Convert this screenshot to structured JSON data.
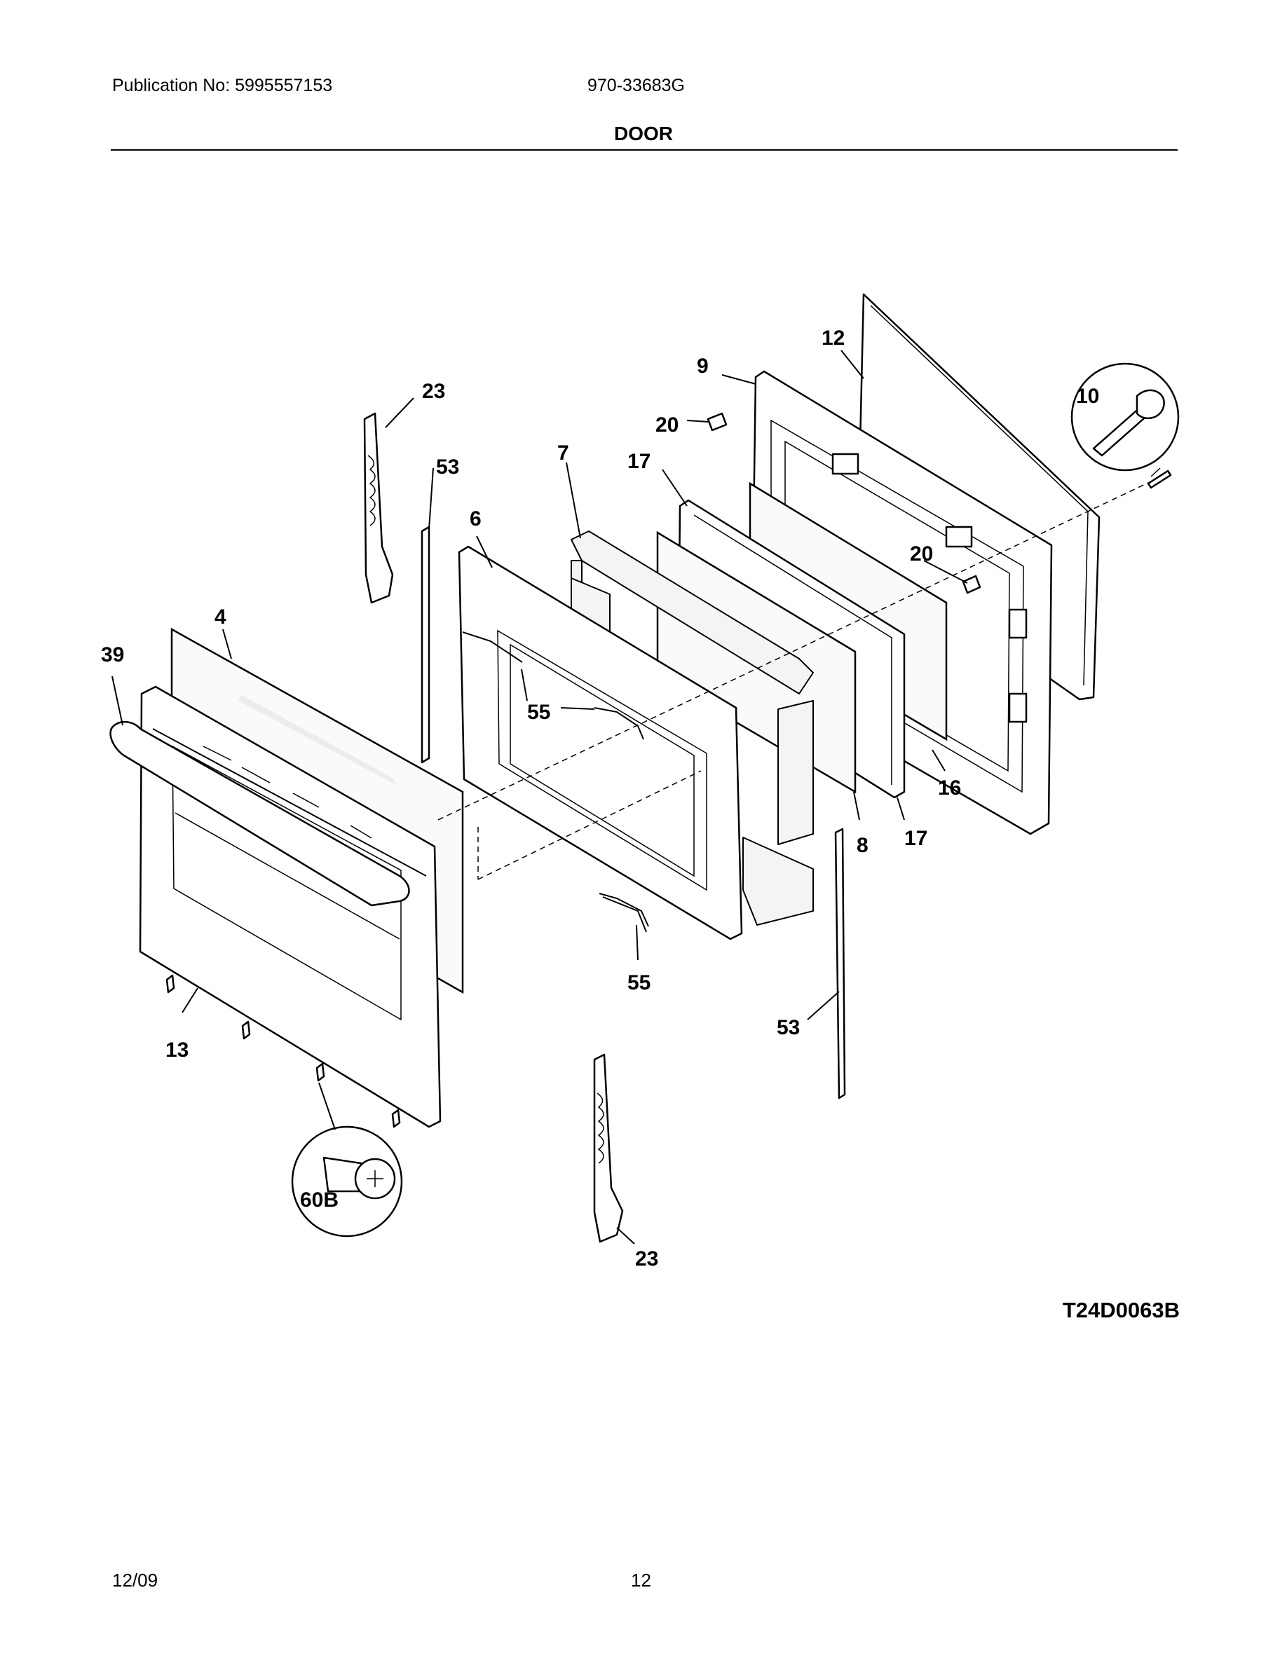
{
  "header": {
    "publication": "Publication No: 5995557153",
    "model": "970-33683G"
  },
  "section_title": "DOOR",
  "diagram": {
    "callouts": {
      "c12": "12",
      "c9": "9",
      "c10": "10",
      "c23_top": "23",
      "c20_top": "20",
      "c53_top": "53",
      "c7": "7",
      "c17_top": "17",
      "c6": "6",
      "c20_mid": "20",
      "c4": "4",
      "c39": "39",
      "c55_mid": "55",
      "c16": "16",
      "c8": "8",
      "c17_bot": "17",
      "c55_bot": "55",
      "c53_bot": "53",
      "c13": "13",
      "c60b": "60B",
      "c23_bot": "23"
    },
    "drawing_code": "T24D0063B"
  },
  "footer": {
    "date": "12/09",
    "page": "12"
  }
}
